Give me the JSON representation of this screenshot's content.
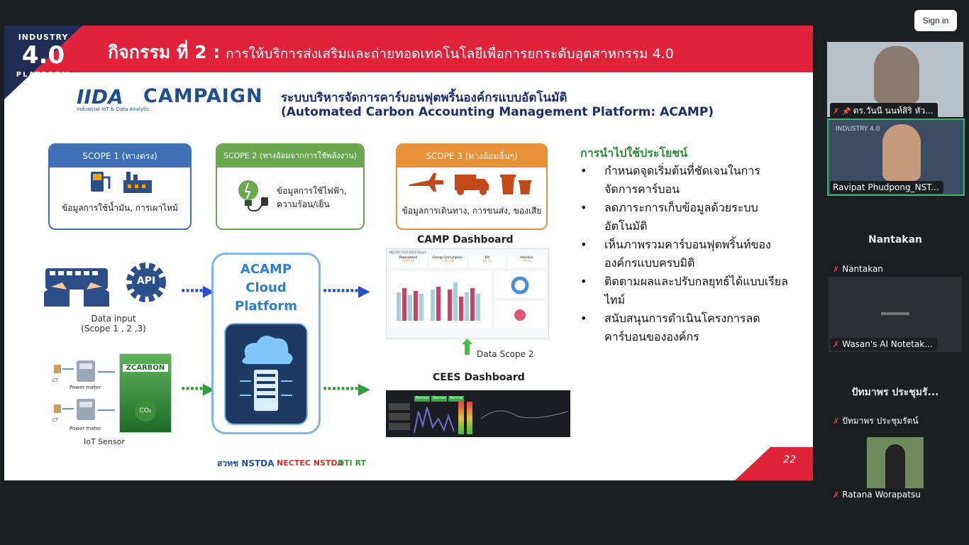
{
  "slide": {
    "logo": {
      "line1": "INDUSTRY",
      "line2": "4.0",
      "line3": "PLATFORM"
    },
    "title_main": "กิจกรรม ที่ 2 :",
    "title_sub": "การให้บริการส่งเสริมและถ่ายทอดเทคโนโลยีเพื่อการยกระดับอุตสาหกรรม 4.0",
    "campaign": {
      "logo": "IIDA",
      "label": "CAMPAIGN",
      "tagline": "Industrial IoT & Data Analytic"
    },
    "system_title_th": "ระบบบริหารจัดการคาร์บอนฟุตพริ้นองค์กรแบบอัตโนมัติ",
    "system_title_en": "(Automated Carbon Accounting Management Platform: ACAMP)",
    "scopes": [
      {
        "header": "SCOPE 1 (ทางตรง)",
        "text": "ข้อมูลการใช้น้ำมัน, การเผาไหม้"
      },
      {
        "header": "SCOPE 2 (ทางอ้อมจากการใช้พลังงาน)",
        "text": "ข้อมูลการใช้ไฟฟ้า, ความร้อน/เย็น"
      },
      {
        "header": "SCOPE 3 (ทางอ้อมอื่นๆ)",
        "text": "ข้อมูลการเดินทาง, การขนส่ง, ของเสีย"
      }
    ],
    "data_input_label": "Data input",
    "data_input_sub": "(Scope 1 , 2 ,3)",
    "api_label": "API",
    "ct_label": "CT",
    "power_meter_label": "Power meter",
    "zcarbon_label": "ZCARBON",
    "iot_sensor_label": "IoT Sensor",
    "cloud_title": "ACAMP Cloud Platform",
    "camp_dashboard": "CAMP Dashboard",
    "camp_report_title": "NECTEC CFO 2023 Report",
    "camp_cards": [
      "Organization",
      "Energy Consumption",
      "KPI",
      "Activities"
    ],
    "camp_card_values": [
      "1,075.60",
      "2,565.38",
      "80.71",
      "79.73"
    ],
    "data_scope2": "Data Scope 2",
    "cees_dashboard": "CEES Dashboard",
    "cees_normal": "Normal",
    "benefits_header": "การนำไปใช้ประโยชน์",
    "benefits": [
      "กำหนดจุดเริ่มต้นที่ชัดเจนในการจัดการคาร์บอน",
      "ลดภาระการเก็บข้อมูลด้วยระบบอัตโนมัติ",
      "เห็นภาพรวมคาร์บอนฟุตพริ้นท์ขององค์กรแบบครบมิติ",
      "ติดตามผลและปรับกลยุทธ์ได้แบบเรียลไทม์",
      "สนับสนุนการดำเนินโครงการลดคาร์บอนขององค์กร"
    ],
    "footer_logos": [
      "สวทช NSTDA",
      "NECTEC NSTDA",
      "DTI RT"
    ],
    "page_number": "22"
  },
  "meeting": {
    "sign_in": "Sign in",
    "participants": [
      {
        "name": "ดร.วันนี นนท์สิริ หัว...",
        "muted": true,
        "pinned": true
      },
      {
        "name": "Ravipat Phudpong_NST...",
        "muted": false,
        "active": true
      },
      {
        "name": "Nantakan",
        "muted": true,
        "display_name": "Nantakan"
      },
      {
        "name": "Wasan's AI Notetak...",
        "muted": true
      },
      {
        "name": "ปัทมาพร ประชุมรัตน์",
        "muted": true,
        "display_name": "ปัทมาพร ประชุมรั..."
      },
      {
        "name": "Ratana Worapatsu",
        "muted": true
      }
    ]
  },
  "colors": {
    "accent_red": "#e0223a",
    "navy": "#1f2d55",
    "scope1": "#3f6fb5",
    "scope2": "#6aa84f",
    "scope3": "#e69138",
    "active_speaker": "#3cb371"
  }
}
